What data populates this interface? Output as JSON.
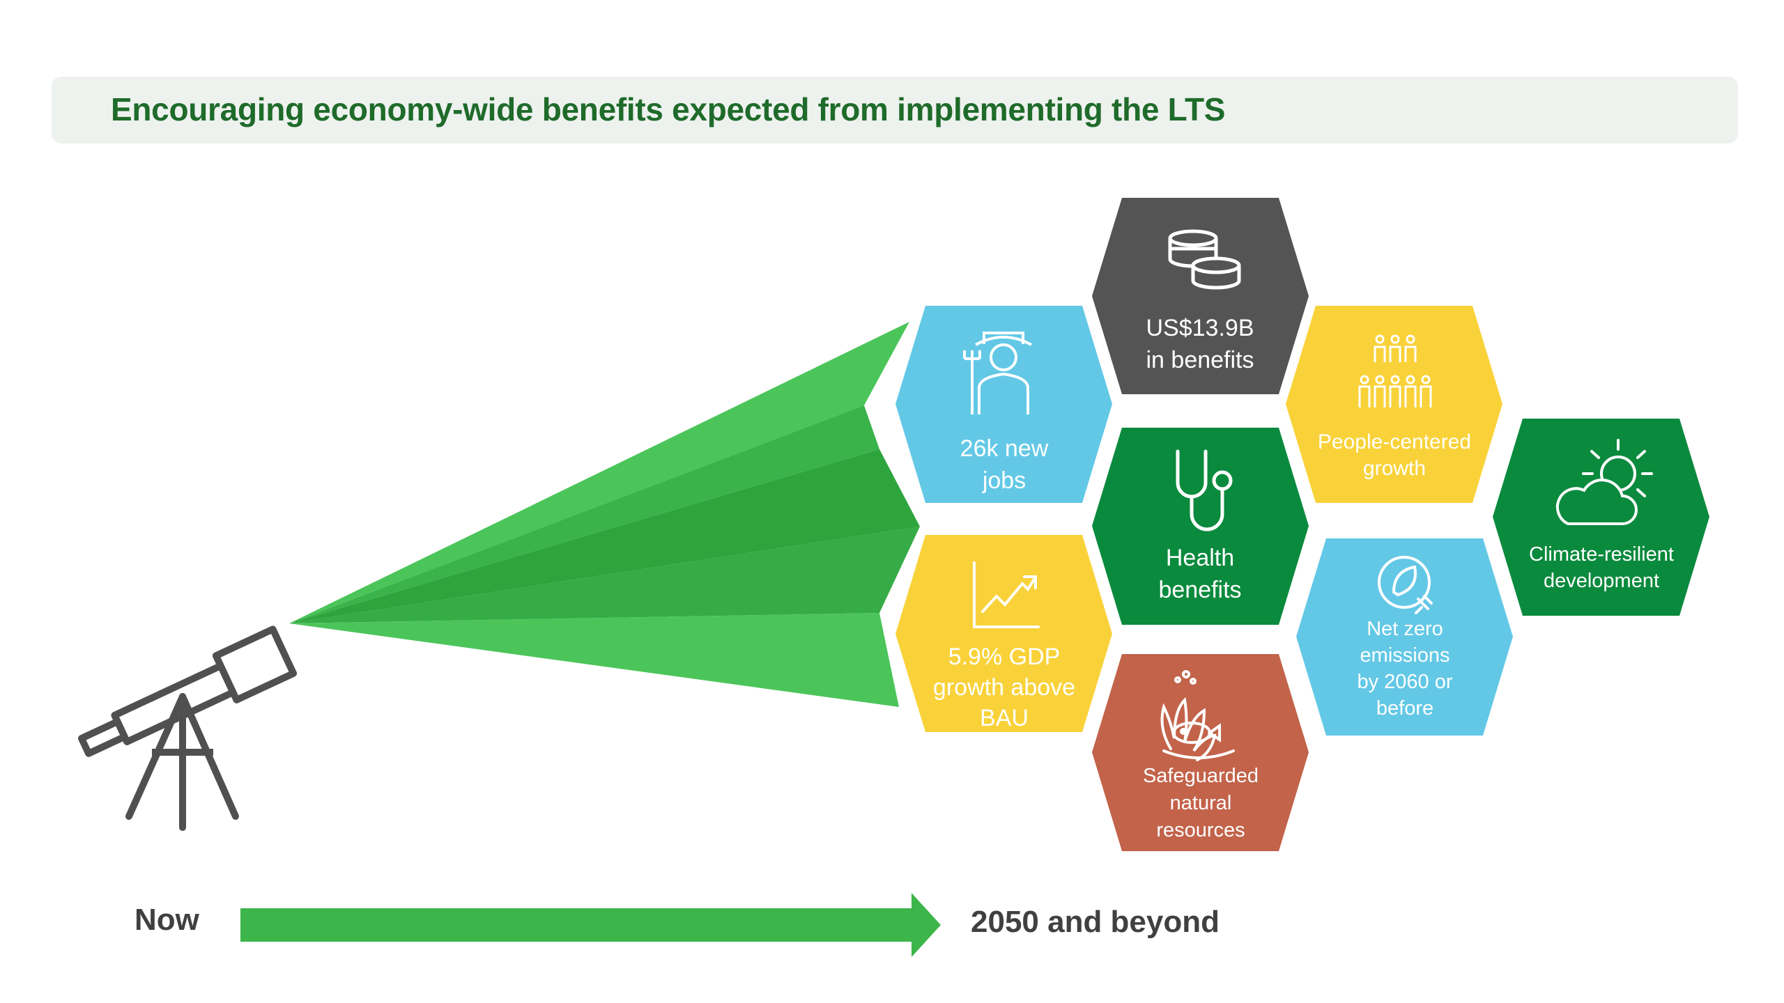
{
  "title": "Encouraging economy-wide benefits expected from implementing the LTS",
  "colors": {
    "title_text": "#1f6b2a",
    "title_bg": "#eef2ef",
    "cone_light": "#4bc55a",
    "cone_mid": "#3ab34a",
    "cone_dark": "#2ea43d",
    "telescope": "#505050",
    "arrow": "#3cb54a",
    "hex_dark": "#555455",
    "hex_light_blue": "#63c8e6",
    "hex_yellow": "#f9d239",
    "hex_dark_green": "#0a8a3d",
    "hex_terracotta": "#c2634a"
  },
  "benefits": {
    "finance": {
      "lines": [
        "US$13.9B",
        "in benefits"
      ],
      "icon": "coins-icon"
    },
    "jobs": {
      "lines": [
        "26k new",
        "jobs"
      ],
      "icon": "farmer-icon"
    },
    "people": {
      "lines": [
        "People-centered",
        "growth"
      ],
      "icon": "people-icon"
    },
    "health": {
      "lines": [
        "Health",
        "benefits"
      ],
      "icon": "stethoscope-icon"
    },
    "climate": {
      "lines": [
        "Climate-resilient",
        "development"
      ],
      "icon": "sun-cloud-icon"
    },
    "gdp": {
      "lines": [
        "5.9% GDP",
        "growth above",
        "BAU"
      ],
      "icon": "growth-chart-icon"
    },
    "netzero": {
      "lines": [
        "Net zero",
        "emissions",
        "by 2060 or",
        "before"
      ],
      "icon": "leaf-plug-icon"
    },
    "nature": {
      "lines": [
        "Safeguarded",
        "natural",
        "resources"
      ],
      "icon": "coral-fish-icon"
    }
  },
  "timeline": {
    "start": "Now",
    "end": "2050 and beyond"
  }
}
